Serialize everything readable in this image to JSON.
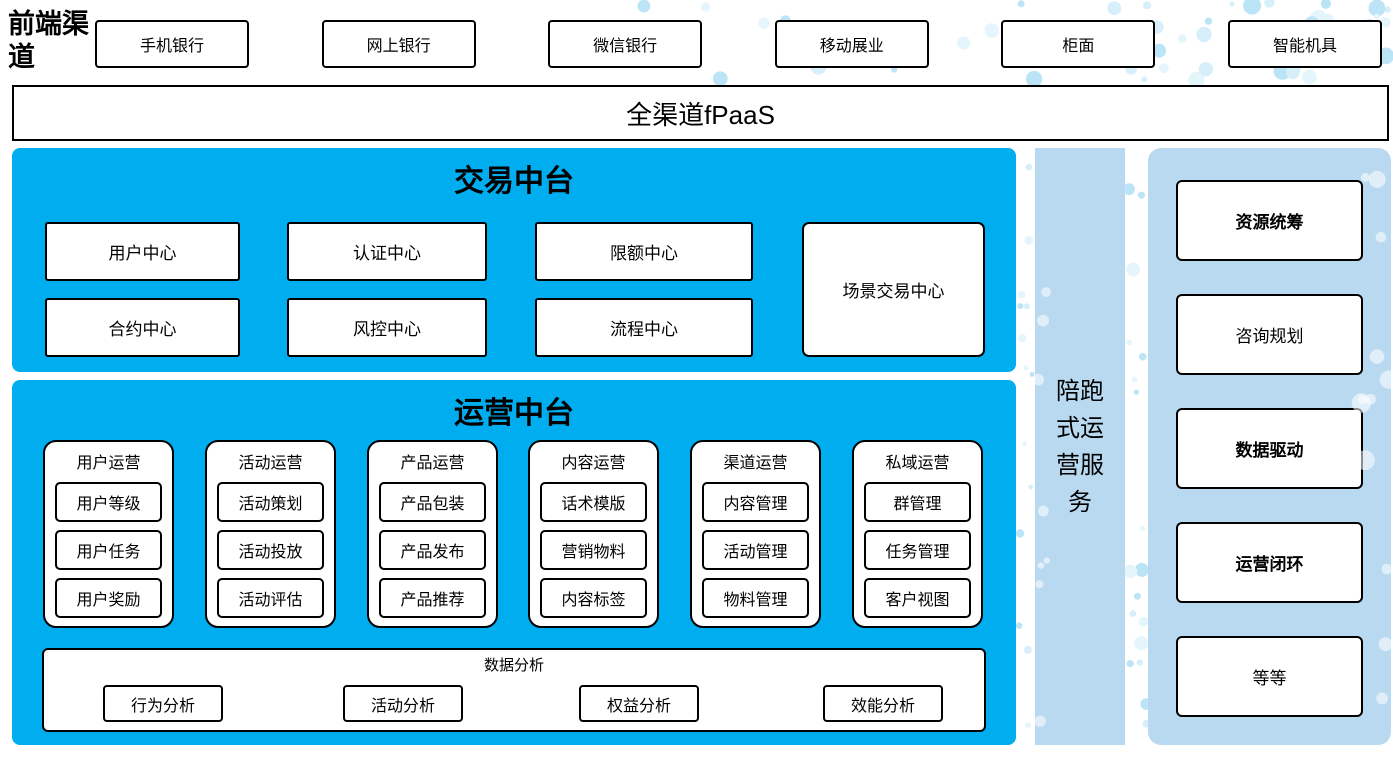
{
  "colors": {
    "primary_blue": "#00AEF0",
    "light_blue": "#B9D9F0",
    "dot_colors": [
      "#D7EFFA",
      "#BCE4F7",
      "#E4F5FC"
    ],
    "overlay_dot": "rgba(255,255,255,0.55)"
  },
  "front_channels": {
    "label": "前端渠道",
    "items": [
      "手机银行",
      "网上银行",
      "微信银行",
      "移动展业",
      "柜面",
      "智能机具"
    ]
  },
  "fpaas_bar": {
    "label": "全渠道fPaaS"
  },
  "trade_platform": {
    "title": "交易中台",
    "row1": [
      "用户中心",
      "认证中心",
      "限额中心"
    ],
    "row2": [
      "合约中心",
      "风控中心",
      "流程中心"
    ],
    "scene_center": "场景交易中心"
  },
  "operation_platform": {
    "title": "运营中台",
    "columns": [
      {
        "title": "用户运营",
        "items": [
          "用户等级",
          "用户任务",
          "用户奖励"
        ]
      },
      {
        "title": "活动运营",
        "items": [
          "活动策划",
          "活动投放",
          "活动评估"
        ]
      },
      {
        "title": "产品运营",
        "items": [
          "产品包装",
          "产品发布",
          "产品推荐"
        ]
      },
      {
        "title": "内容运营",
        "items": [
          "话术模版",
          "营销物料",
          "内容标签"
        ]
      },
      {
        "title": "渠道运营",
        "items": [
          "内容管理",
          "活动管理",
          "物料管理"
        ]
      },
      {
        "title": "私域运营",
        "items": [
          "群管理",
          "任务管理",
          "客户视图"
        ]
      }
    ],
    "data_analysis": {
      "title": "数据分析",
      "items": [
        "行为分析",
        "活动分析",
        "权益分析",
        "效能分析"
      ]
    }
  },
  "side_service_bar": {
    "label": "陪跑式运营服务"
  },
  "right_panel": {
    "items": [
      {
        "label": "资源统筹",
        "bold": true
      },
      {
        "label": "咨询规划",
        "bold": false
      },
      {
        "label": "数据驱动",
        "bold": true
      },
      {
        "label": "运营闭环",
        "bold": true
      },
      {
        "label": "等等",
        "bold": false
      }
    ]
  }
}
